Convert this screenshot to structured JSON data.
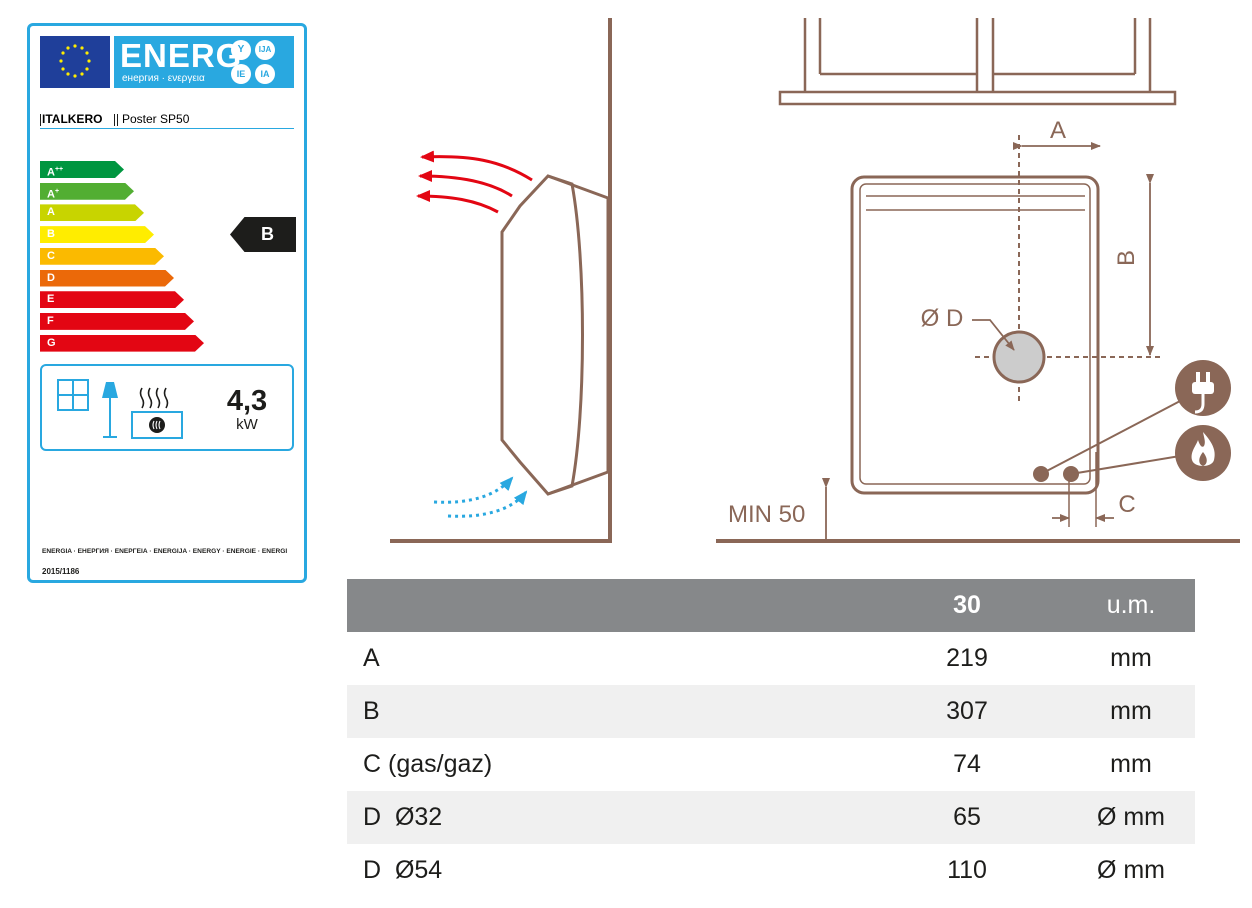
{
  "energy_label": {
    "header": {
      "word": "ENERG",
      "subtitle": "енергия · ενεργεια",
      "lang_circles": [
        "Y",
        "IJA",
        "IE",
        "IA"
      ]
    },
    "supplier": "ITALKERO",
    "model": "Poster SP50",
    "classes": [
      "A++",
      "A+",
      "A",
      "B",
      "C",
      "D",
      "E",
      "F",
      "G"
    ],
    "class_colors": [
      "#009640",
      "#52ae32",
      "#c8d400",
      "#ffed00",
      "#fbba00",
      "#eb6909",
      "#e30613",
      "#e30613",
      "#e30613"
    ],
    "rating": "B",
    "output": {
      "value": "4,3",
      "unit": "kW"
    },
    "icons": [
      "window-icon",
      "lamp-icon",
      "heat-icon",
      "flame-icon"
    ],
    "languages_line": "ENERGIA · ЕНЕРГИЯ · ΕΝΕΡΓΕΙΑ · ENERGIJA · ENERGY · ENERGIE · ENERGI",
    "regulation": "2015/1186"
  },
  "diagram": {
    "dimension_labels": {
      "a": "A",
      "b": "B",
      "c": "C",
      "d": "Ø D",
      "min": "MIN 50"
    },
    "colors": {
      "line": "#8a6757",
      "hot_air": "#e30613",
      "cold_air": "#29a8e0",
      "circle_fill": "#cccccc"
    },
    "icons": [
      "plug-icon",
      "gas-flame-icon"
    ]
  },
  "table": {
    "headers": [
      "",
      "30",
      "u.m."
    ],
    "rows": [
      {
        "label": "A",
        "value": "219",
        "unit": "mm"
      },
      {
        "label": "B",
        "value": "307",
        "unit": "mm"
      },
      {
        "label": "C (gas/gaz)",
        "value": "74",
        "unit": "mm"
      },
      {
        "label": "D  Ø32",
        "value": "65",
        "unit": "Ø mm"
      },
      {
        "label": "D  Ø54",
        "value": "110",
        "unit": "Ø mm"
      }
    ]
  }
}
